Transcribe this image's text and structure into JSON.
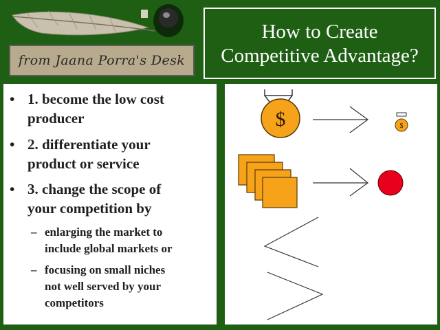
{
  "header": {
    "signature_text": "from Jaana Porra's Desk",
    "title_lines": [
      "How to Create",
      "Competitive Advantage?"
    ]
  },
  "bullets": [
    {
      "marker": "•",
      "lines": [
        "1. become the low cost",
        "producer"
      ]
    },
    {
      "marker": "•",
      "lines": [
        "2. differentiate your",
        "product or service"
      ]
    },
    {
      "marker": "•",
      "lines": [
        "3. change the scope of",
        "your competition by"
      ]
    }
  ],
  "sub_bullets": [
    {
      "marker": "–",
      "lines": [
        "enlarging the market to",
        "include global markets or"
      ]
    },
    {
      "marker": "–",
      "lines": [
        "focusing on small niches",
        "not well served by your",
        "competitors"
      ]
    }
  ],
  "diagram": {
    "large_medal_symbol": "$",
    "small_medal_symbol": "$",
    "colors": {
      "orange": "#f7a21b",
      "red": "#e8001c",
      "background": "#1f5f14"
    }
  }
}
